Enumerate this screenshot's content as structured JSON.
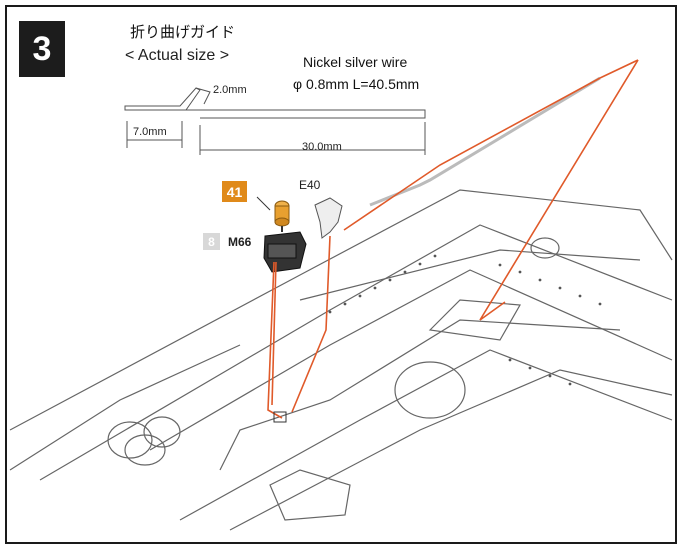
{
  "step": {
    "number": "3"
  },
  "guide": {
    "title": "折り曲げガイド",
    "actual_size": "< Actual size >"
  },
  "wire": {
    "name": "Nickel silver wire",
    "spec": "φ 0.8mm L=40.5mm"
  },
  "dimensions": {
    "bend": "2.0mm",
    "short_leg": "7.0mm",
    "long_leg": "30.0mm"
  },
  "parts": {
    "part_41": "41",
    "part_8": "8",
    "m66": "M66",
    "e40": "E40"
  },
  "colors": {
    "leader_line": "#e05a2a",
    "part_41_badge": "#e08a1a",
    "step_badge": "#1c1c1c"
  }
}
